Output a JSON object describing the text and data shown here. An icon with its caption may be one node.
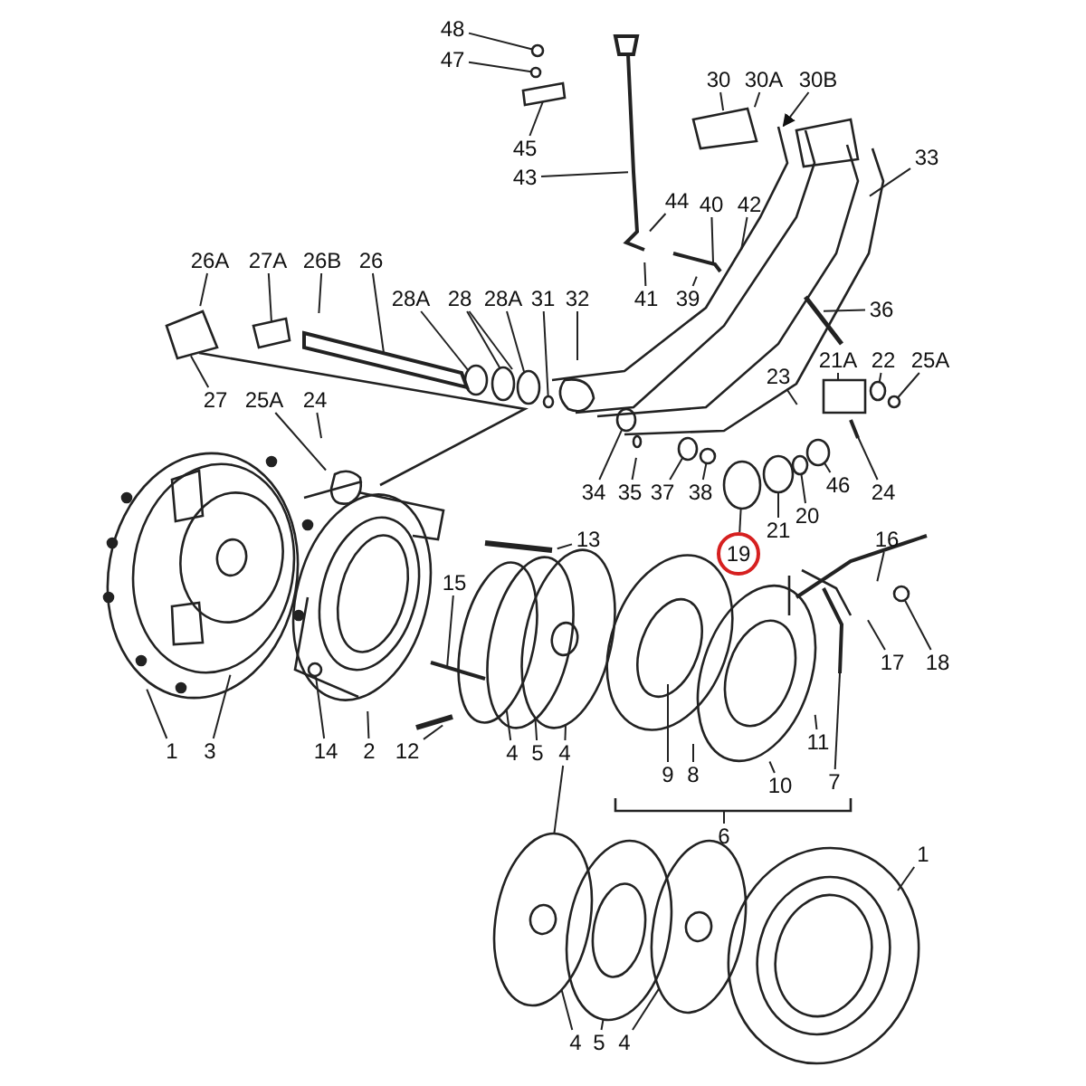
{
  "diagram": {
    "nodes": [
      {
        "text": [
          "48"
        ]
      },
      {
        "text": [
          "47"
        ]
      },
      {
        "text": [
          "30"
        ]
      },
      {
        "text": [
          "30A"
        ]
      },
      {
        "text": [
          "30B"
        ]
      },
      {
        "text": [
          "45"
        ]
      },
      {
        "text": [
          "33"
        ]
      },
      {
        "text": [
          "43"
        ]
      },
      {
        "text": [
          "44"
        ]
      },
      {
        "text": [
          "40"
        ]
      },
      {
        "text": [
          "42"
        ]
      },
      {
        "text": [
          "26A"
        ]
      },
      {
        "text": [
          "27A"
        ]
      },
      {
        "text": [
          "26B"
        ]
      },
      {
        "text": [
          "26"
        ]
      },
      {
        "text": [
          "28A"
        ]
      },
      {
        "text": [
          "28"
        ]
      },
      {
        "text": [
          "28A"
        ]
      },
      {
        "text": [
          "31"
        ]
      },
      {
        "text": [
          "32"
        ]
      },
      {
        "text": [
          "41"
        ]
      },
      {
        "text": [
          "39"
        ]
      },
      {
        "text": [
          "36"
        ]
      },
      {
        "text": [
          "21A"
        ]
      },
      {
        "text": [
          "22"
        ]
      },
      {
        "text": [
          "25A"
        ]
      },
      {
        "text": [
          "23"
        ]
      },
      {
        "text": [
          "27"
        ]
      },
      {
        "text": [
          "25A"
        ]
      },
      {
        "text": [
          "24"
        ]
      },
      {
        "text": [
          "34"
        ]
      },
      {
        "text": [
          "35"
        ]
      },
      {
        "text": [
          "37"
        ]
      },
      {
        "text": [
          "38"
        ]
      },
      {
        "text": [
          "24"
        ]
      },
      {
        "text": [
          "46"
        ]
      },
      {
        "text": [
          "20"
        ]
      },
      {
        "text": [
          "21"
        ]
      },
      {
        "text": [
          "13"
        ]
      },
      {
        "text": [
          "16"
        ]
      },
      {
        "text": [
          "19"
        ]
      },
      {
        "text": [
          "15"
        ]
      },
      {
        "text": [
          "17"
        ]
      },
      {
        "text": [
          "18"
        ]
      },
      {
        "text": [
          "1"
        ]
      },
      {
        "text": [
          "3"
        ]
      },
      {
        "text": [
          "14"
        ]
      },
      {
        "text": [
          "2"
        ]
      },
      {
        "text": [
          "12"
        ]
      },
      {
        "text": [
          "4"
        ]
      },
      {
        "text": [
          "5"
        ]
      },
      {
        "text": [
          "4"
        ]
      },
      {
        "text": [
          "11"
        ]
      },
      {
        "text": [
          "9"
        ]
      },
      {
        "text": [
          "8"
        ]
      },
      {
        "text": [
          "10"
        ]
      },
      {
        "text": [
          "7"
        ]
      },
      {
        "text": [
          "6"
        ]
      },
      {
        "text": [
          "1"
        ]
      },
      {
        "text": [
          "4"
        ]
      },
      {
        "text": [
          "5"
        ]
      },
      {
        "text": [
          "4"
        ]
      },
      {
        "text": [],
        "shape": "circle"
      },
      {
        "text": [],
        "shape": "circle"
      },
      {
        "text": [],
        "shape": "bracket"
      },
      {
        "text": [],
        "shape": "box"
      },
      {
        "text": [],
        "shape": "circle"
      },
      {
        "text": [],
        "shape": "circle"
      },
      {
        "text": [],
        "shape": "circle"
      },
      {
        "text": [],
        "shape": "circle"
      },
      {
        "text": [],
        "shape": "circle"
      },
      {
        "text": [],
        "shape": "circle"
      },
      {
        "text": [],
        "shape": "circle"
      },
      {
        "text": [],
        "shape": "circle"
      },
      {
        "text": [],
        "shape": "circle"
      },
      {
        "text": [],
        "shape": "circle"
      },
      {
        "text": [],
        "shape": "circle"
      },
      {
        "text": [],
        "shape": "box"
      },
      {
        "text": [],
        "shape": "circle"
      },
      {
        "text": [],
        "shape": "circle"
      },
      {
        "text": [],
        "shape": "circle"
      },
      {
        "text": [],
        "shape": "bar"
      },
      {
        "text": [],
        "shape": "circle"
      },
      {
        "text": [],
        "shape": "circle"
      },
      {
        "text": [],
        "shape": "circle"
      },
      {
        "text": [],
        "shape": "bar"
      },
      {
        "text": [],
        "shape": "bracket"
      },
      {
        "text": [],
        "shape": "circle"
      },
      {
        "text": [],
        "shape": "circle"
      },
      {
        "text": [],
        "shape": "circle"
      },
      {
        "text": [],
        "shape": "circle"
      },
      {
        "text": [],
        "shape": "circle"
      },
      {
        "text": [],
        "shape": "bar"
      },
      {
        "text": [],
        "shape": "bar"
      },
      {
        "text": [],
        "shape": "bar"
      }
    ],
    "edges": [
      {
        "from": 0,
        "to": 62,
        "arrow": "none"
      },
      {
        "from": 1,
        "to": 63,
        "arrow": "none"
      },
      {
        "from": 2,
        "to": null,
        "arrow": "none"
      },
      {
        "from": 3,
        "to": null,
        "arrow": "none"
      },
      {
        "from": 4,
        "to": null,
        "arrow": "to"
      },
      {
        "from": 5,
        "to": 64,
        "arrow": "none"
      },
      {
        "from": 6,
        "to": null,
        "arrow": "none"
      },
      {
        "from": 7,
        "to": null,
        "arrow": "none"
      },
      {
        "from": 8,
        "to": null,
        "arrow": "none"
      },
      {
        "from": 9,
        "to": 92,
        "arrow": "none"
      },
      {
        "from": 10,
        "to": null,
        "arrow": "none"
      },
      {
        "from": 11,
        "to": null,
        "arrow": "none"
      },
      {
        "from": 12,
        "to": 65,
        "arrow": "none"
      },
      {
        "from": 13,
        "to": null,
        "arrow": "none"
      },
      {
        "from": 14,
        "to": 81,
        "arrow": "none"
      },
      {
        "from": 15,
        "to": 66,
        "arrow": "none"
      },
      {
        "from": 16,
        "to": 67,
        "arrow": "none"
      },
      {
        "from": 17,
        "to": 68,
        "arrow": "none"
      },
      {
        "from": 18,
        "to": 69,
        "arrow": "none"
      },
      {
        "from": 19,
        "to": null,
        "arrow": "none"
      },
      {
        "from": 20,
        "to": null,
        "arrow": "none"
      },
      {
        "from": 21,
        "to": null,
        "arrow": "none"
      },
      {
        "from": 22,
        "to": null,
        "arrow": "none"
      },
      {
        "from": 23,
        "to": 77,
        "arrow": "none"
      },
      {
        "from": 24,
        "to": 70,
        "arrow": "none"
      },
      {
        "from": 25,
        "to": 71,
        "arrow": "none"
      },
      {
        "from": 26,
        "to": null,
        "arrow": "none"
      },
      {
        "from": 27,
        "to": null,
        "arrow": "none"
      },
      {
        "from": 28,
        "to": null,
        "arrow": "none"
      },
      {
        "from": 29,
        "to": null,
        "arrow": "none"
      },
      {
        "from": 30,
        "to": 72,
        "arrow": "none"
      },
      {
        "from": 31,
        "to": null,
        "arrow": "none"
      },
      {
        "from": 32,
        "to": 73,
        "arrow": "none"
      },
      {
        "from": 33,
        "to": 74,
        "arrow": "none"
      },
      {
        "from": 34,
        "to": 93,
        "arrow": "none"
      },
      {
        "from": 35,
        "to": 75,
        "arrow": "none"
      },
      {
        "from": 36,
        "to": 80,
        "arrow": "none"
      },
      {
        "from": 37,
        "to": 79,
        "arrow": "none"
      },
      {
        "from": 38,
        "to": null,
        "arrow": "none"
      },
      {
        "from": 39,
        "to": null,
        "arrow": "none"
      },
      {
        "from": 40,
        "to": 78,
        "arrow": "none"
      },
      {
        "from": 41,
        "to": 94,
        "arrow": "none"
      },
      {
        "from": 42,
        "to": null,
        "arrow": "none"
      },
      {
        "from": 43,
        "to": 76,
        "arrow": "none"
      },
      {
        "from": 44,
        "to": null,
        "arrow": "none"
      },
      {
        "from": 45,
        "to": null,
        "arrow": "none"
      },
      {
        "from": 46,
        "to": 91,
        "arrow": "none"
      },
      {
        "from": 47,
        "to": null,
        "arrow": "none"
      },
      {
        "from": 48,
        "to": null,
        "arrow": "none"
      },
      {
        "from": 49,
        "to": 82,
        "arrow": "none"
      },
      {
        "from": 50,
        "to": 83,
        "arrow": "none"
      },
      {
        "from": 51,
        "to": 84,
        "arrow": "none"
      },
      {
        "from": 52,
        "to": null,
        "arrow": "none"
      },
      {
        "from": 53,
        "to": null,
        "arrow": "none"
      },
      {
        "from": 54,
        "to": null,
        "arrow": "none"
      },
      {
        "from": 55,
        "to": null,
        "arrow": "none"
      },
      {
        "from": 56,
        "to": 85,
        "arrow": "none"
      },
      {
        "from": 57,
        "to": 86,
        "arrow": "none"
      },
      {
        "from": 58,
        "to": 90,
        "arrow": "none"
      },
      {
        "from": 59,
        "to": 87,
        "arrow": "none"
      },
      {
        "from": 60,
        "to": 88,
        "arrow": "none"
      },
      {
        "from": 61,
        "to": 89,
        "arrow": "none"
      },
      {
        "from": 16,
        "to": 67,
        "arrow": "none"
      },
      {
        "from": 51,
        "to": 87,
        "arrow": "none"
      }
    ]
  }
}
